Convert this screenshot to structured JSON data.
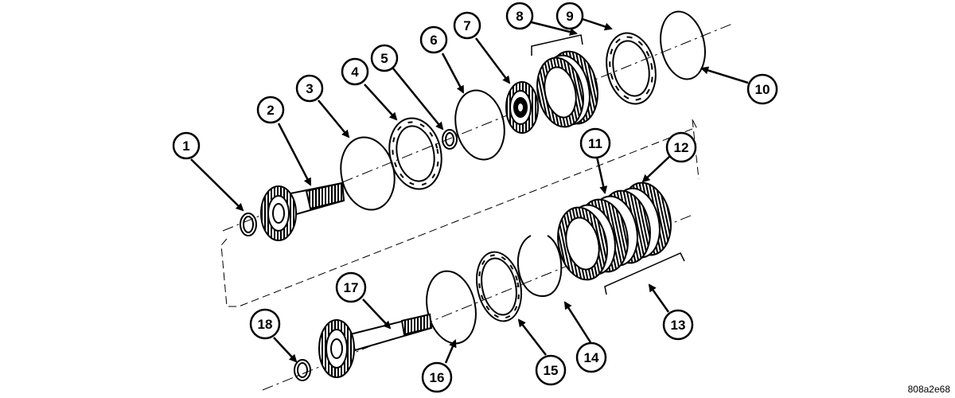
{
  "callouts": [
    {
      "id": "1",
      "label": "1"
    },
    {
      "id": "2",
      "label": "2"
    },
    {
      "id": "3",
      "label": "3"
    },
    {
      "id": "4",
      "label": "4"
    },
    {
      "id": "5",
      "label": "5"
    },
    {
      "id": "6",
      "label": "6"
    },
    {
      "id": "7",
      "label": "7"
    },
    {
      "id": "8",
      "label": "8"
    },
    {
      "id": "9",
      "label": "9"
    },
    {
      "id": "10",
      "label": "10"
    },
    {
      "id": "11",
      "label": "11"
    },
    {
      "id": "12",
      "label": "12"
    },
    {
      "id": "13",
      "label": "13"
    },
    {
      "id": "14",
      "label": "14"
    },
    {
      "id": "15",
      "label": "15"
    },
    {
      "id": "16",
      "label": "16"
    },
    {
      "id": "17",
      "label": "17"
    },
    {
      "id": "18",
      "label": "18"
    }
  ],
  "figure_code": "808a2e68"
}
